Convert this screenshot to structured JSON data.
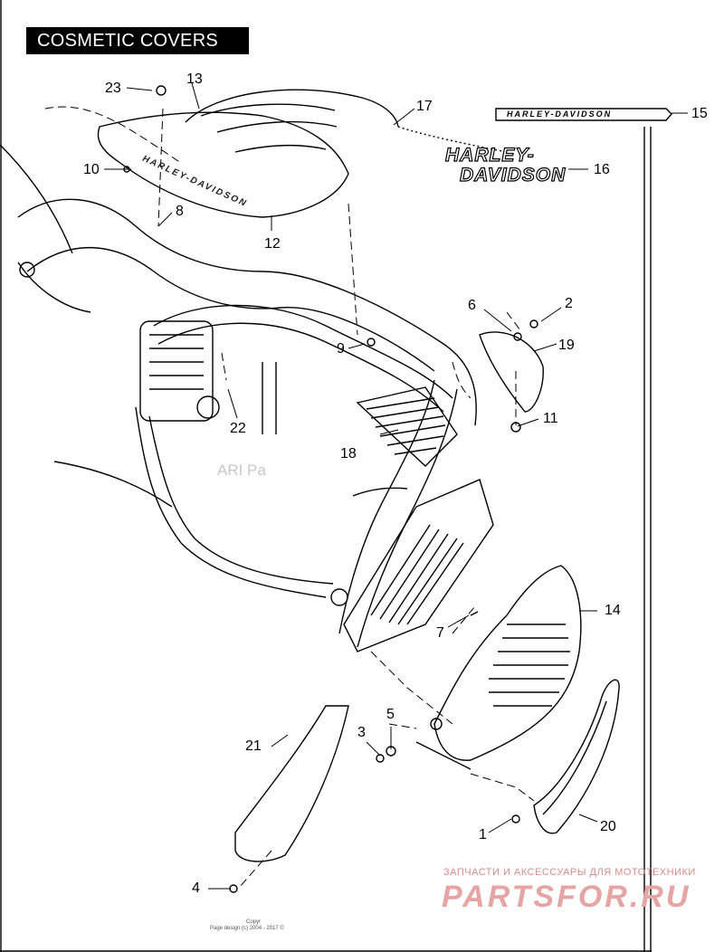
{
  "title": "COSMETIC COVERS",
  "callouts": [
    {
      "id": "c1",
      "label": "1"
    },
    {
      "id": "c2",
      "label": "2"
    },
    {
      "id": "c3",
      "label": "3"
    },
    {
      "id": "c4",
      "label": "4"
    },
    {
      "id": "c5",
      "label": "5"
    },
    {
      "id": "c6",
      "label": "6"
    },
    {
      "id": "c7",
      "label": "7"
    },
    {
      "id": "c8",
      "label": "8"
    },
    {
      "id": "c9",
      "label": "9"
    },
    {
      "id": "c10",
      "label": "10"
    },
    {
      "id": "c11",
      "label": "11"
    },
    {
      "id": "c12",
      "label": "12"
    },
    {
      "id": "c13",
      "label": "13"
    },
    {
      "id": "c14",
      "label": "14"
    },
    {
      "id": "c15",
      "label": "15"
    },
    {
      "id": "c16",
      "label": "16"
    },
    {
      "id": "c17",
      "label": "17"
    },
    {
      "id": "c18",
      "label": "18"
    },
    {
      "id": "c19",
      "label": "19"
    },
    {
      "id": "c20",
      "label": "20"
    },
    {
      "id": "c21",
      "label": "21"
    },
    {
      "id": "c22",
      "label": "22"
    },
    {
      "id": "c23",
      "label": "23"
    }
  ],
  "badge_text": "HARLEY-DAVIDSON",
  "script_logo": {
    "line1": "HARLEY-",
    "line2": "DAVIDSON"
  },
  "tank_lettering": "HARLEY-DAVIDSON",
  "faded_label": "ARI Pa",
  "watermark": {
    "line": "ЗАПЧАСТИ И АКСЕССУАРЫ ДЛЯ МОТОТЕХНИКИ",
    "logo": "PARTSFOR.RU"
  },
  "copyright": {
    "line1": "Copyr",
    "line2": "Page design (c) 2004 - 2017 ©"
  },
  "colors": {
    "ink": "#000000",
    "watermark": "#e6a5a5",
    "background": "#ffffff"
  }
}
